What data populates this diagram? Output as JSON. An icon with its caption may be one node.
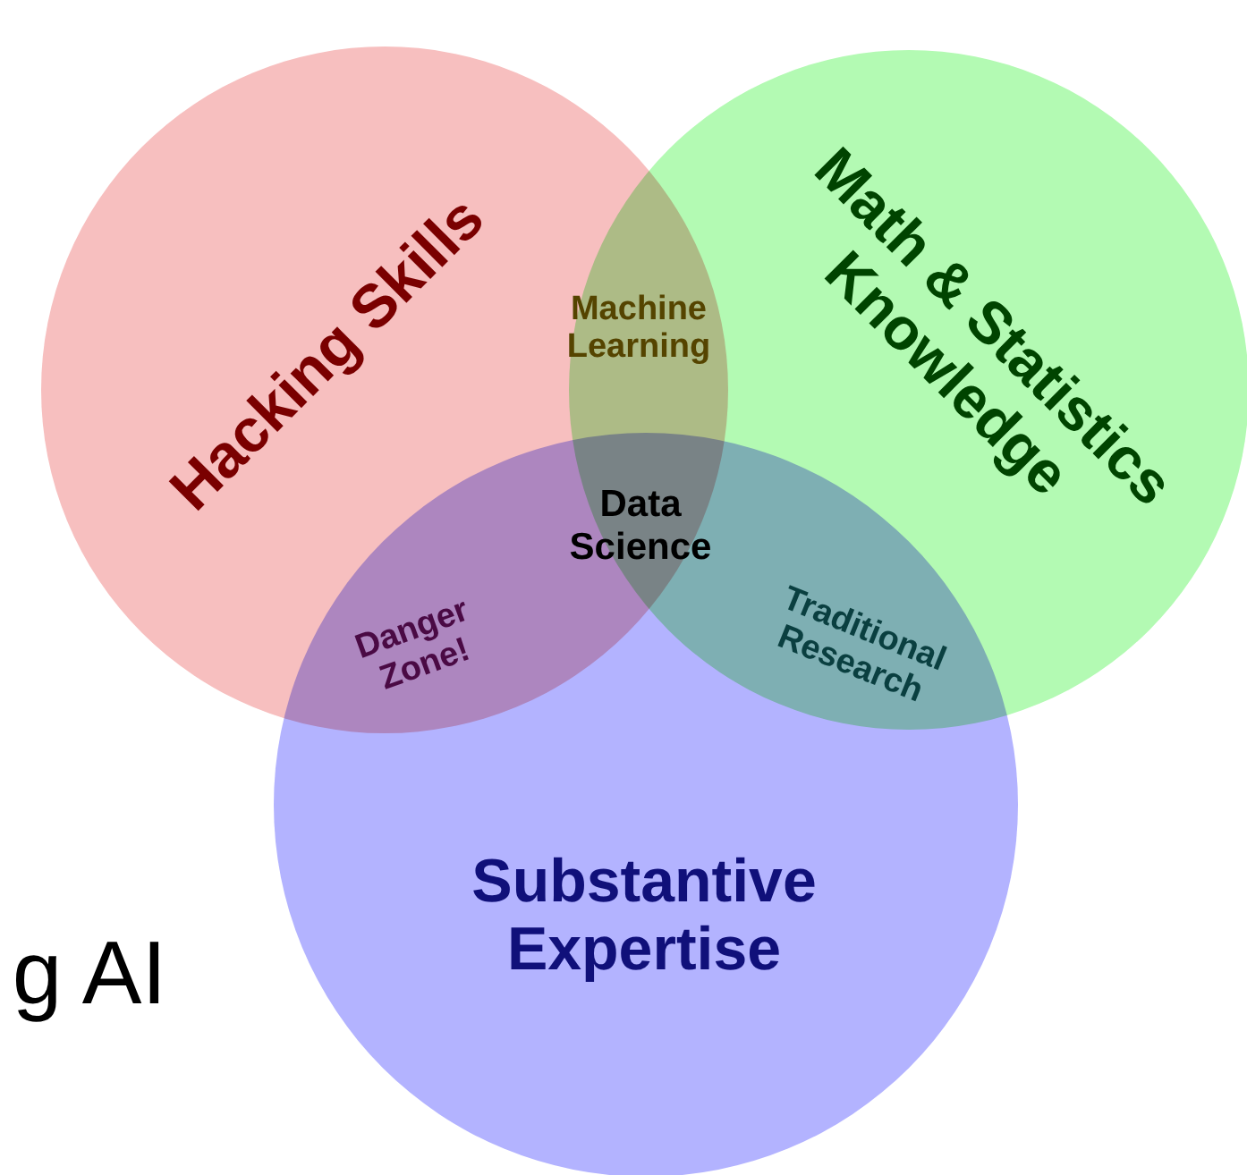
{
  "diagram": {
    "nodes": [
      {
        "text": [
          "Hacking Skills"
        ]
      },
      {
        "text": [
          "Math & Statistics Knowledge"
        ]
      },
      {
        "text": [
          "Substantive Expertise"
        ]
      }
    ],
    "labels": [
      "Machine Learning",
      "Data Science",
      "Danger Zone!",
      "Traditional Research",
      "g AI"
    ]
  }
}
